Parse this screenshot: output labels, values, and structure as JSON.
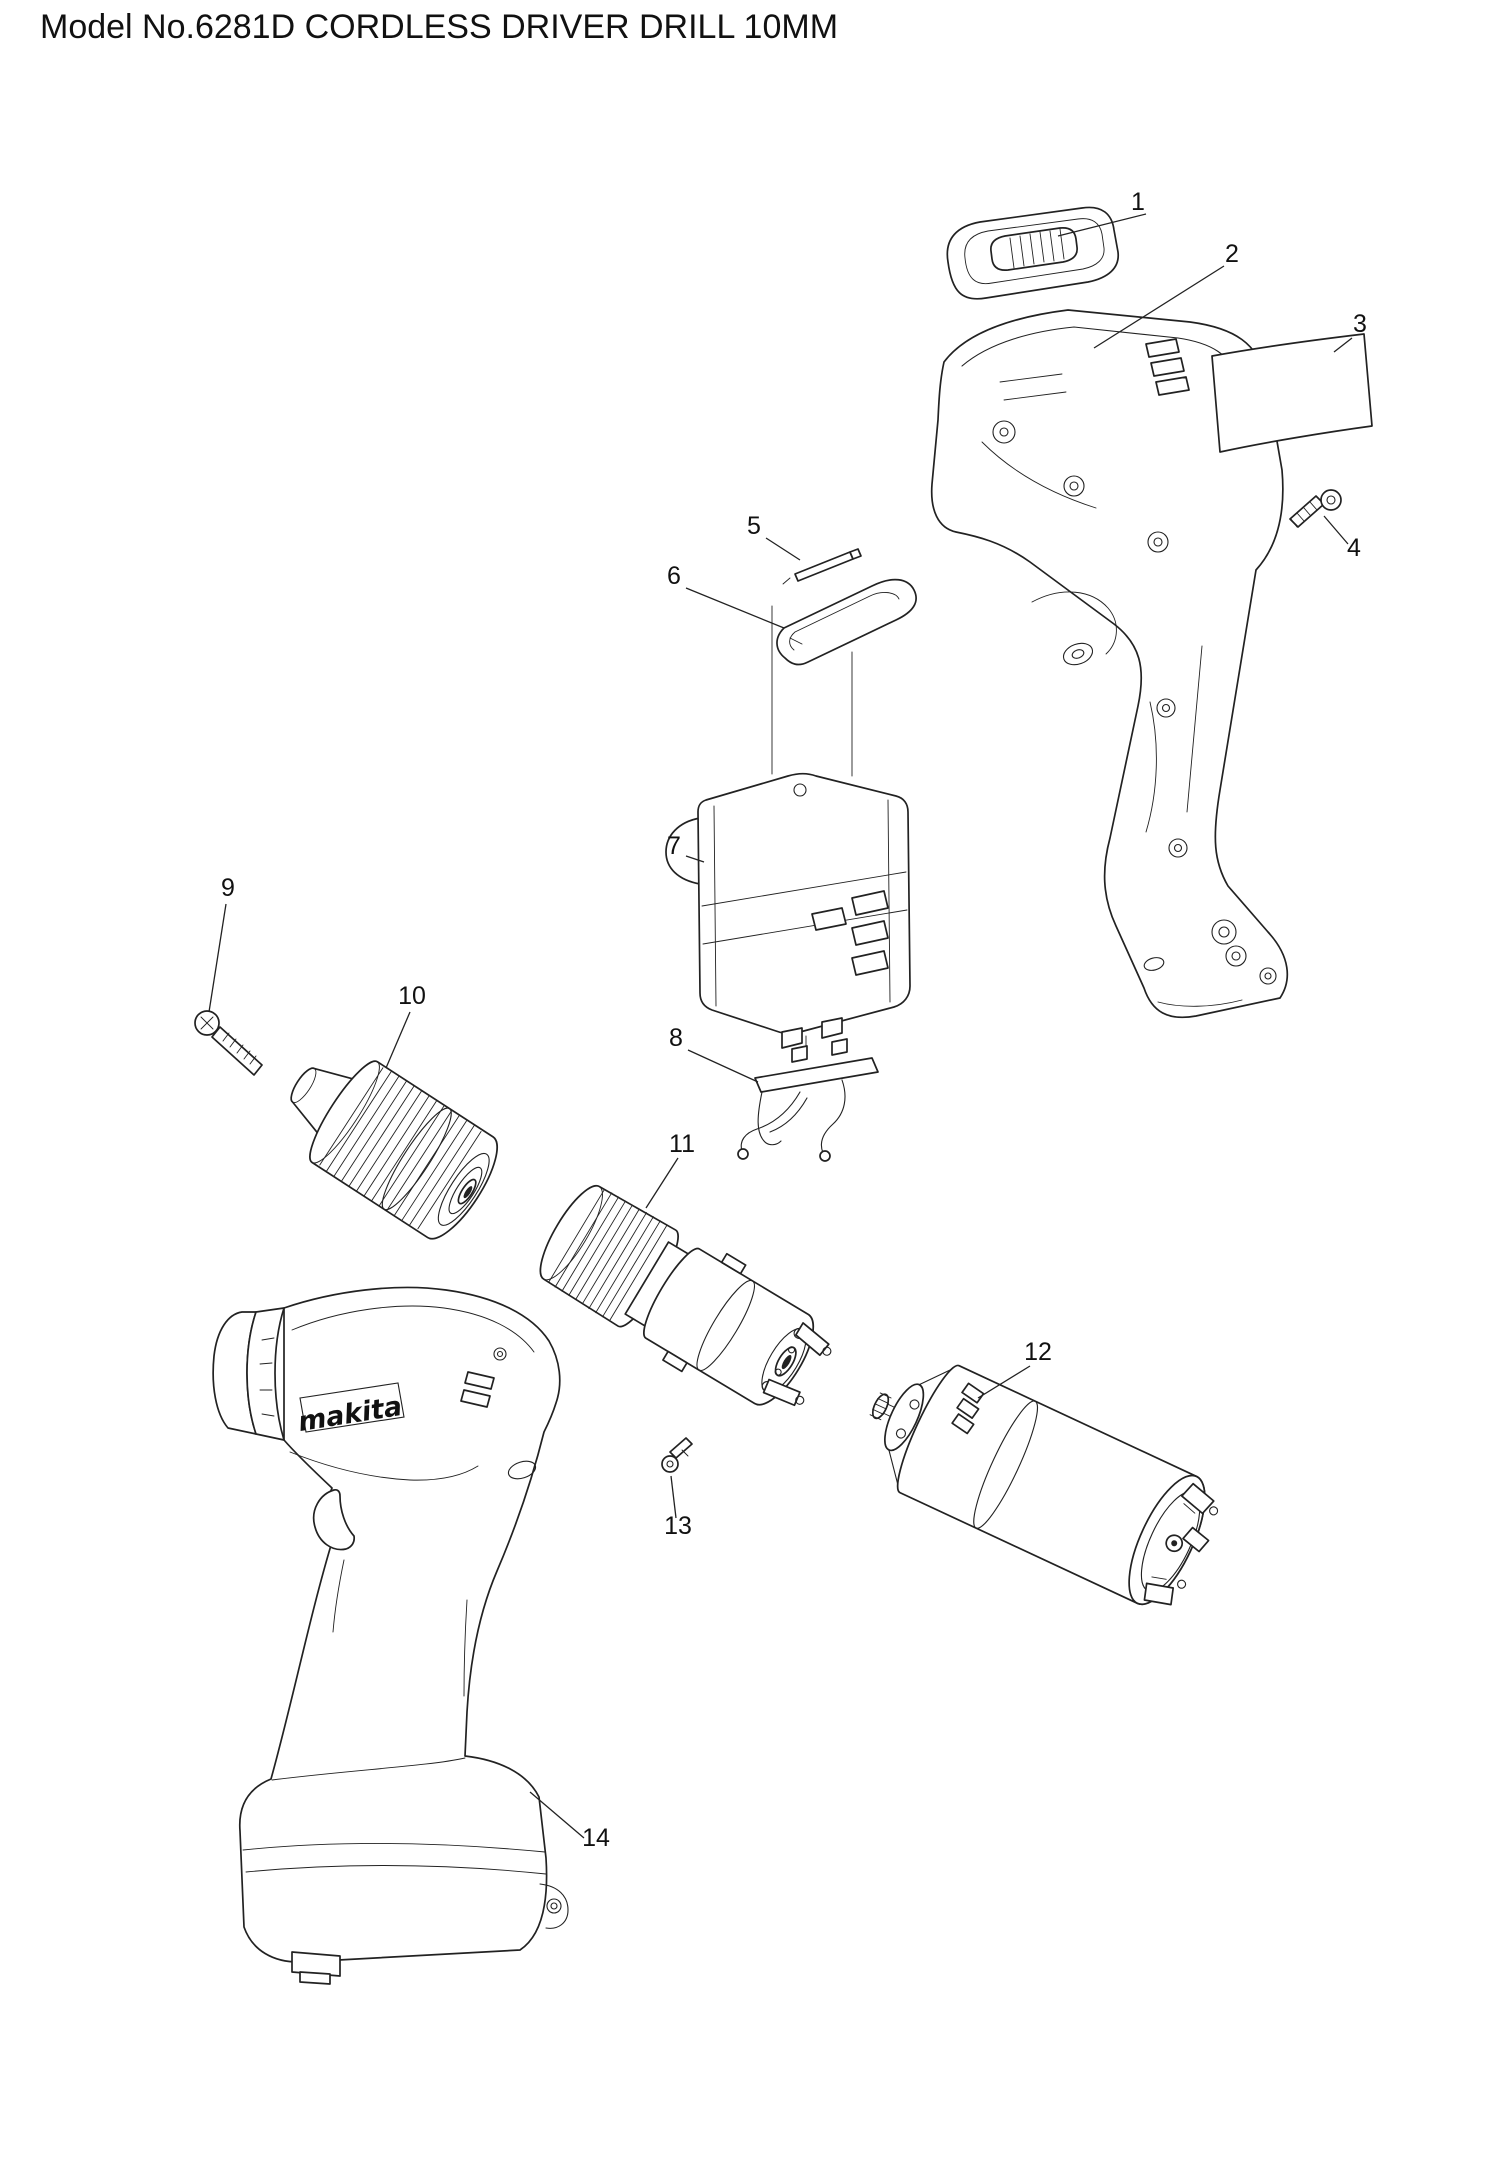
{
  "page": {
    "title": "Model No.6281D CORDLESS DRIVER DRILL 10MM"
  },
  "diagram": {
    "logo_text": "makita",
    "callouts": [
      {
        "label": "1"
      },
      {
        "label": "2"
      },
      {
        "label": "3"
      },
      {
        "label": "4"
      },
      {
        "label": "5"
      },
      {
        "label": "6"
      },
      {
        "label": "7"
      },
      {
        "label": "8"
      },
      {
        "label": "9"
      },
      {
        "label": "10"
      },
      {
        "label": "11"
      },
      {
        "label": "12"
      },
      {
        "label": "13"
      },
      {
        "label": "14"
      }
    ]
  }
}
